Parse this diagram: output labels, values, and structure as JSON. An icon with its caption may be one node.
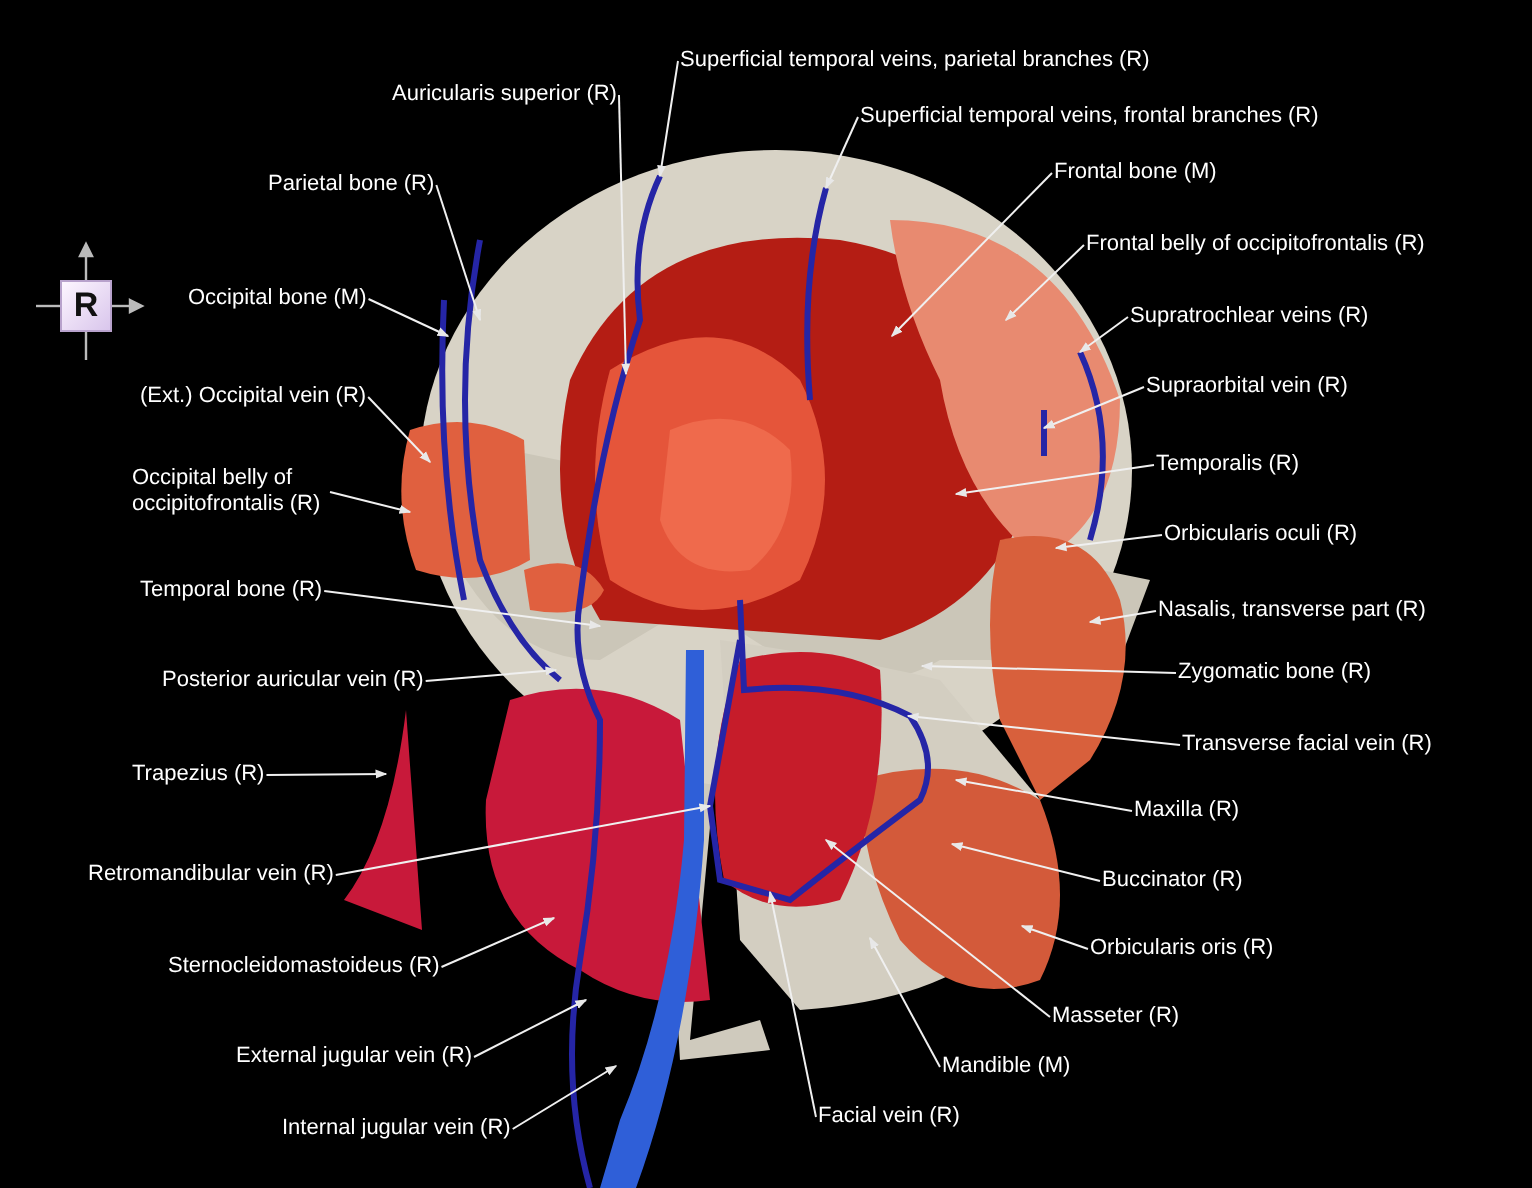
{
  "diagram": {
    "nodes": [
      {
        "text": [
          "Superficial temporal veins, parietal branches (R)"
        ]
      },
      {
        "text": [
          "Auricularis superior (R)"
        ]
      },
      {
        "text": [
          "Superficial temporal veins, frontal branches (R)"
        ]
      },
      {
        "text": [
          "Parietal bone (R)"
        ]
      },
      {
        "text": [
          "Frontal bone (M)"
        ]
      },
      {
        "text": [
          "Frontal belly of occipitofrontalis (R)"
        ]
      },
      {
        "text": [
          "Occipital bone (M)"
        ]
      },
      {
        "text": [
          "Supratrochlear veins (R)"
        ]
      },
      {
        "text": [
          "(Ext.) Occipital vein (R)"
        ]
      },
      {
        "text": [
          "Supraorbital vein (R)"
        ]
      },
      {
        "text": [
          "Occipital belly of occipitofrontalis (R)"
        ]
      },
      {
        "text": [
          "Temporalis (R)"
        ]
      },
      {
        "text": [
          "Orbicularis oculi (R)"
        ]
      },
      {
        "text": [
          "Temporal bone (R)"
        ]
      },
      {
        "text": [
          "Nasalis, transverse part (R)"
        ]
      },
      {
        "text": [
          "Posterior auricular vein (R)"
        ]
      },
      {
        "text": [
          "Zygomatic bone (R)"
        ]
      },
      {
        "text": [
          "Transverse facial vein (R)"
        ]
      },
      {
        "text": [
          "Trapezius (R)"
        ]
      },
      {
        "text": [
          "Maxilla (R)"
        ]
      },
      {
        "text": [
          "Retromandibular vein (R)"
        ]
      },
      {
        "text": [
          "Buccinator (R)"
        ]
      },
      {
        "text": [
          "Orbicularis oris (R)"
        ]
      },
      {
        "text": [
          "Sternocleidomastoideus (R)"
        ]
      },
      {
        "text": [
          "Masseter (R)"
        ]
      },
      {
        "text": [
          "External jugular vein (R)"
        ]
      },
      {
        "text": [
          "Mandible (M)"
        ]
      },
      {
        "text": [
          "Internal jugular vein (R)"
        ]
      },
      {
        "text": [
          "Facial vein (R)"
        ]
      },
      {
        "text": [
          "R"
        ]
      }
    ],
    "edges": [
      {
        "from": 0,
        "to": null,
        "arrow": "to"
      },
      {
        "from": 1,
        "to": null,
        "arrow": "to"
      },
      {
        "from": 2,
        "to": null,
        "arrow": "to"
      },
      {
        "from": 3,
        "to": null,
        "arrow": "to"
      },
      {
        "from": 4,
        "to": null,
        "arrow": "to"
      },
      {
        "from": 5,
        "to": null,
        "arrow": "to"
      },
      {
        "from": 6,
        "to": null,
        "arrow": "to"
      },
      {
        "from": 7,
        "to": null,
        "arrow": "to"
      },
      {
        "from": 8,
        "to": null,
        "arrow": "to"
      },
      {
        "from": 9,
        "to": null,
        "arrow": "to"
      },
      {
        "from": 10,
        "to": null,
        "arrow": "to"
      },
      {
        "from": 11,
        "to": null,
        "arrow": "to"
      },
      {
        "from": 12,
        "to": null,
        "arrow": "to"
      },
      {
        "from": 13,
        "to": null,
        "arrow": "to"
      },
      {
        "from": 14,
        "to": null,
        "arrow": "to"
      },
      {
        "from": 15,
        "to": null,
        "arrow": "to"
      },
      {
        "from": 16,
        "to": null,
        "arrow": "to"
      },
      {
        "from": 17,
        "to": null,
        "arrow": "to"
      },
      {
        "from": 18,
        "to": null,
        "arrow": "to"
      },
      {
        "from": 19,
        "to": null,
        "arrow": "to"
      },
      {
        "from": 20,
        "to": null,
        "arrow": "to"
      },
      {
        "from": 21,
        "to": null,
        "arrow": "to"
      },
      {
        "from": 22,
        "to": null,
        "arrow": "to"
      },
      {
        "from": 23,
        "to": null,
        "arrow": "to"
      },
      {
        "from": 24,
        "to": null,
        "arrow": "to"
      },
      {
        "from": 25,
        "to": null,
        "arrow": "to"
      },
      {
        "from": 26,
        "to": null,
        "arrow": "to"
      },
      {
        "from": 27,
        "to": null,
        "arrow": "to"
      },
      {
        "from": 28,
        "to": null,
        "arrow": "to"
      }
    ]
  }
}
